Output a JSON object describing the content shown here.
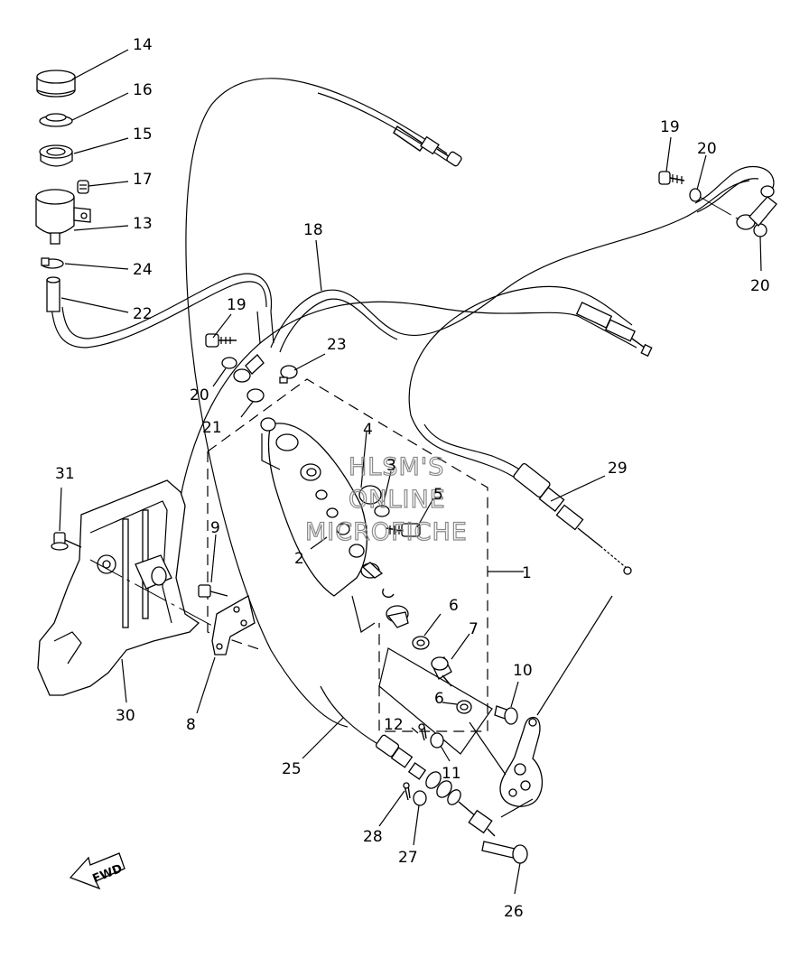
{
  "watermark": {
    "line1": "HLSM'S",
    "line2": "ONLINE",
    "line3": "MICROFICHE"
  },
  "fwd_label": "FWD",
  "callouts": {
    "c1": "1",
    "c2": "2",
    "c3": "3",
    "c4": "4",
    "c5": "5",
    "c6a": "6",
    "c6b": "6",
    "c7": "7",
    "c8": "8",
    "c9": "9",
    "c10": "10",
    "c11": "11",
    "c12": "12",
    "c13": "13",
    "c14": "14",
    "c15": "15",
    "c16": "16",
    "c17": "17",
    "c18": "18",
    "c19a": "19",
    "c19b": "19",
    "c20a": "20",
    "c20b": "20",
    "c20c": "20",
    "c21": "21",
    "c22": "22",
    "c23": "23",
    "c24": "24",
    "c25": "25",
    "c26": "26",
    "c27": "27",
    "c28": "28",
    "c29": "29",
    "c30": "30",
    "c31": "31"
  }
}
